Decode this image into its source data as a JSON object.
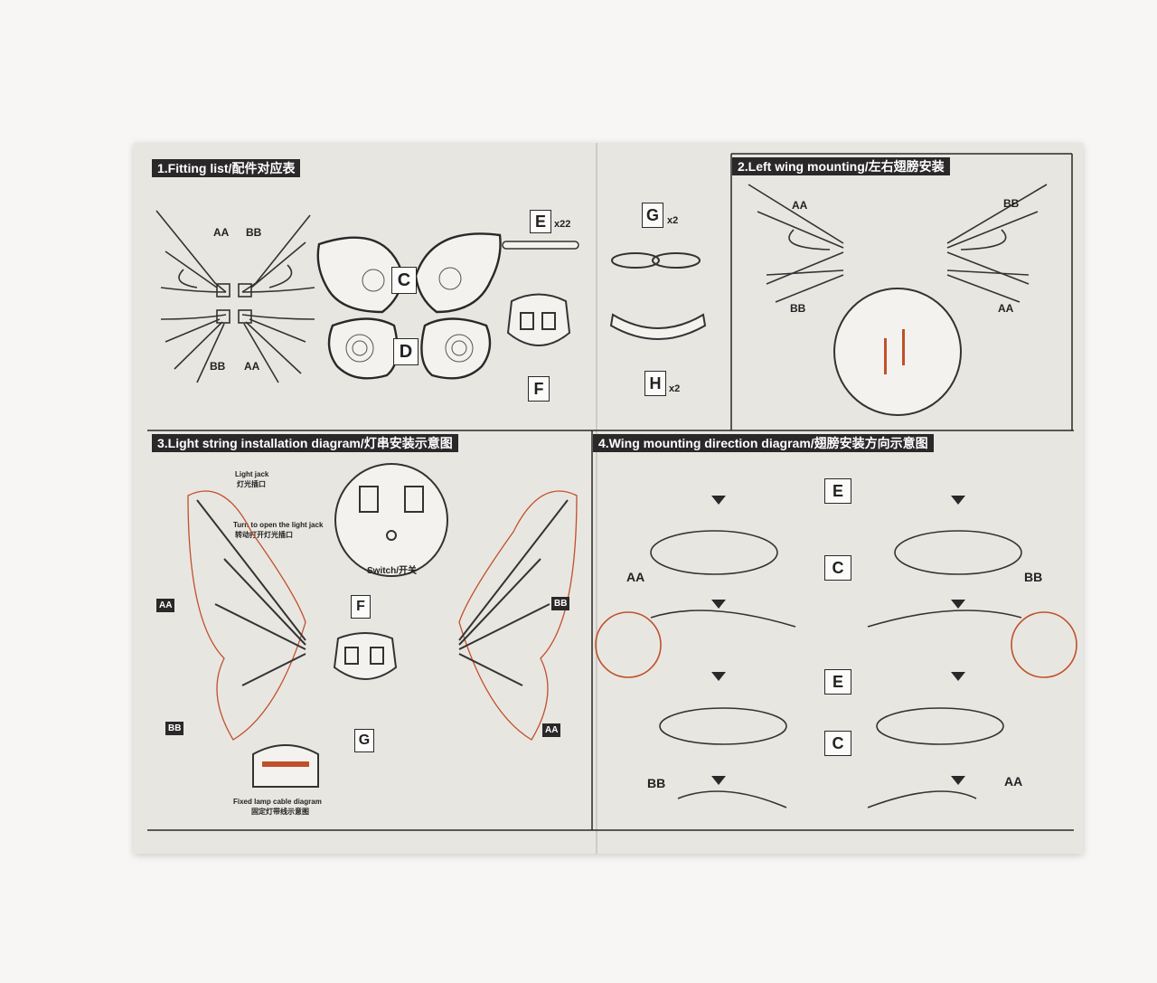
{
  "sections": {
    "fitting": {
      "title": "1.Fitting list/配件对应表"
    },
    "left_wing": {
      "title": "2.Left wing mounting/左右翅膀安装"
    },
    "light_string": {
      "title": "3.Light string installation diagram/灯串安装示意图"
    },
    "direction": {
      "title": "4.Wing mounting direction diagram/翅膀安装方向示意图"
    }
  },
  "parts": {
    "AA": "AA",
    "BB": "BB",
    "C": "C",
    "D": "D",
    "E": "E",
    "F": "F",
    "G": "G",
    "H": "H",
    "e_qty": "x22",
    "g_qty": "x2",
    "h_qty": "x2"
  },
  "callouts": {
    "light_jack": "Light jack",
    "light_jack_cn": "灯光插口",
    "turn_open": "Turn to open the light jack",
    "turn_open_cn": "转动打开灯光插口",
    "switch": "Switch/开关",
    "fixed_cable": "Fixed lamp cable diagram",
    "fixed_cable_cn": "固定灯带线示意图"
  },
  "colors": {
    "header_bg": "#2b2829",
    "sheet": "#e8e6e1",
    "accent_light_string": "#c0502a"
  }
}
